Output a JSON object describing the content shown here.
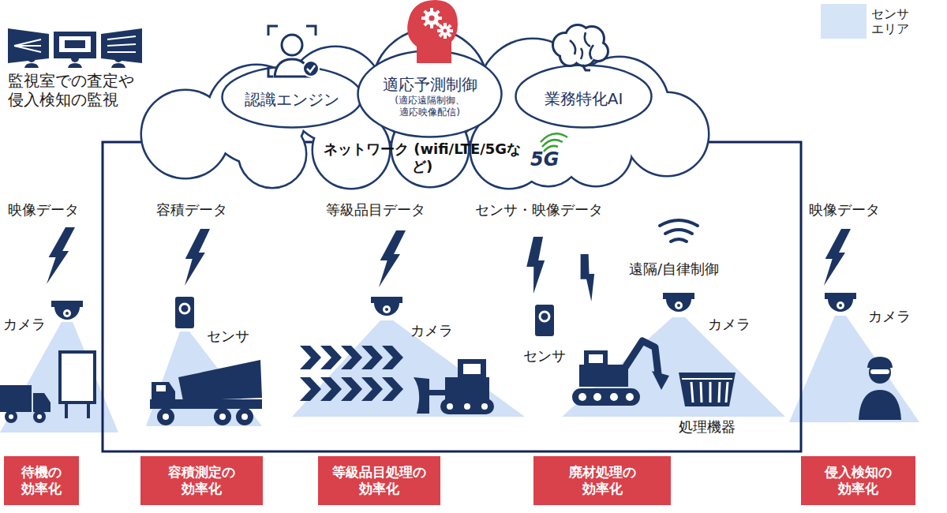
{
  "diagram": {
    "nodes": [
      {
        "text": [
          "ネットワーク (wifi/LTE/5Gなど)"
        ]
      },
      {
        "text": [
          "認識エンジン"
        ],
        "in": 0
      },
      {
        "text": [
          "適応予測制御",
          "(適応遠隔制御、適応映像配信)"
        ],
        "in": 0
      },
      {
        "text": [
          "業務特化AI"
        ],
        "in": 0
      },
      {
        "text": [
          "待機の効率化"
        ]
      },
      {
        "text": [
          "容積測定の効率化"
        ]
      },
      {
        "text": [
          "等級品目処理の効率化"
        ]
      },
      {
        "text": [
          "廃材処理の効率化"
        ]
      },
      {
        "text": [
          "侵入検知の効率化"
        ]
      }
    ],
    "labels": [
      "監視室での査定や 侵入検知の監視",
      "映像データ",
      "容積データ",
      "等級品目データ",
      "センサ・映像データ",
      "映像データ",
      "5G",
      "カメラ",
      "センサ",
      "カメラ",
      "センサ",
      "遠隔/自律制御",
      "カメラ",
      "処理機器",
      "カメラ"
    ],
    "legend": [
      {
        "text": "センサエリア",
        "color": "#d6e4f7"
      }
    ]
  }
}
